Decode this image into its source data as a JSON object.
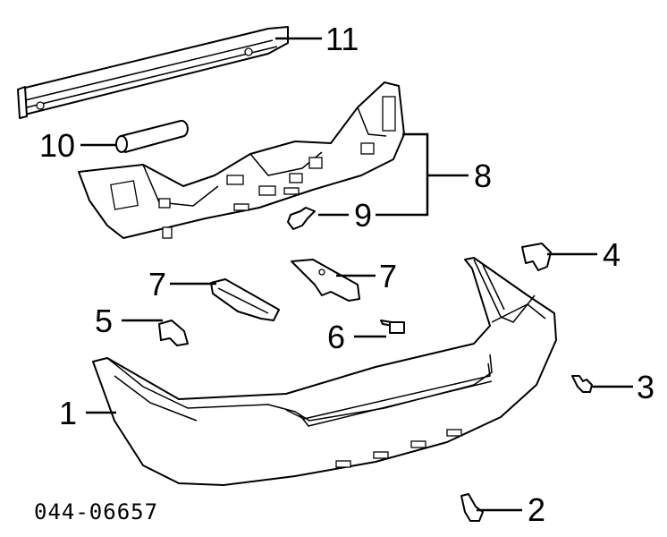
{
  "callouts": [
    {
      "label": "1"
    },
    {
      "label": "2"
    },
    {
      "label": "3"
    },
    {
      "label": "4"
    },
    {
      "label": "5"
    },
    {
      "label": "6"
    },
    {
      "label": "7"
    },
    {
      "label": "7"
    },
    {
      "label": "8"
    },
    {
      "label": "9"
    },
    {
      "label": "10"
    },
    {
      "label": "11"
    }
  ],
  "diagram_code": "044-06657",
  "colors": {
    "line": "#000000",
    "background": "#ffffff"
  }
}
